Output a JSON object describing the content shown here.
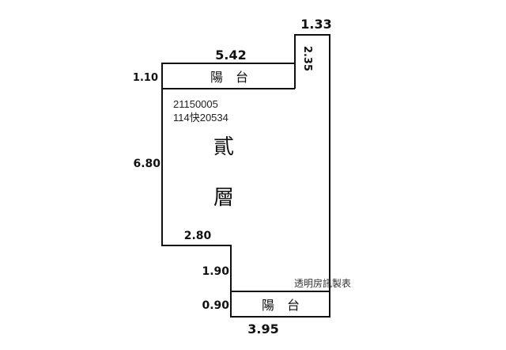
{
  "floor_plan": {
    "floor_label_line1": "貳",
    "floor_label_line2": "層",
    "codes": [
      "21150005",
      "114快20534"
    ],
    "balconies": [
      {
        "label": "陽　台",
        "position": "top"
      },
      {
        "label": "陽　台",
        "position": "bottom"
      }
    ],
    "dimensions": {
      "top_balcony_width": "5.42",
      "top_balcony_depth": "1.10",
      "right_wing_width": "1.33",
      "right_wing_offset": "2.35",
      "left_height": "6.80",
      "step_width": "2.80",
      "step_height": "1.90",
      "bottom_balcony_depth": "0.90",
      "bottom_balcony_width": "3.95"
    },
    "watermark": "透明房訊製表"
  }
}
